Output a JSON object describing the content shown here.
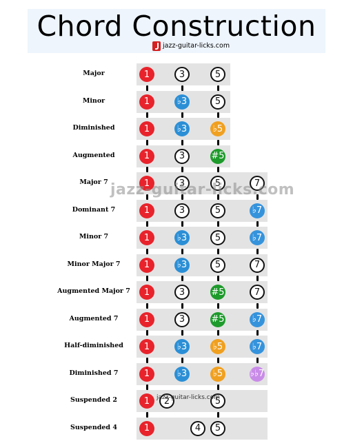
{
  "title": "Chord Construction",
  "site": "jazz-guitar-licks.com",
  "watermark": "jazz-guitar-licks.com",
  "colors": {
    "root": "#e8232b",
    "flat3": "#2b8fd6",
    "flat5": "#f0a020",
    "sharp5": "#1d9a2b",
    "flat7": "#3593dc",
    "double_flat7": "#c98be8",
    "band": "#e3e3e3"
  },
  "chords": [
    {
      "name": "Major",
      "tones": [
        "1",
        "3",
        "5"
      ]
    },
    {
      "name": "Minor",
      "tones": [
        "1",
        "♭3",
        "5"
      ]
    },
    {
      "name": "Diminished",
      "tones": [
        "1",
        "♭3",
        "♭5"
      ]
    },
    {
      "name": "Augmented",
      "tones": [
        "1",
        "3",
        "#5"
      ]
    },
    {
      "name": "Major 7",
      "tones": [
        "1",
        "3",
        "5",
        "7"
      ]
    },
    {
      "name": "Dominant 7",
      "tones": [
        "1",
        "3",
        "5",
        "♭7"
      ]
    },
    {
      "name": "Minor 7",
      "tones": [
        "1",
        "♭3",
        "5",
        "♭7"
      ]
    },
    {
      "name": "Minor Major 7",
      "tones": [
        "1",
        "♭3",
        "5",
        "7"
      ]
    },
    {
      "name": "Augmented Major 7",
      "tones": [
        "1",
        "3",
        "#5",
        "7"
      ]
    },
    {
      "name": "Augmented 7",
      "tones": [
        "1",
        "3",
        "#5",
        "♭7"
      ]
    },
    {
      "name": "Half-diminished",
      "tones": [
        "1",
        "♭3",
        "♭5",
        "♭7"
      ]
    },
    {
      "name": "Diminished 7",
      "tones": [
        "1",
        "♭3",
        "♭5",
        "♭♭7"
      ]
    },
    {
      "name": "Suspended 2",
      "tones": [
        "1",
        "2",
        "5"
      ]
    },
    {
      "name": "Suspended 4",
      "tones": [
        "1",
        "4",
        "5"
      ]
    }
  ]
}
